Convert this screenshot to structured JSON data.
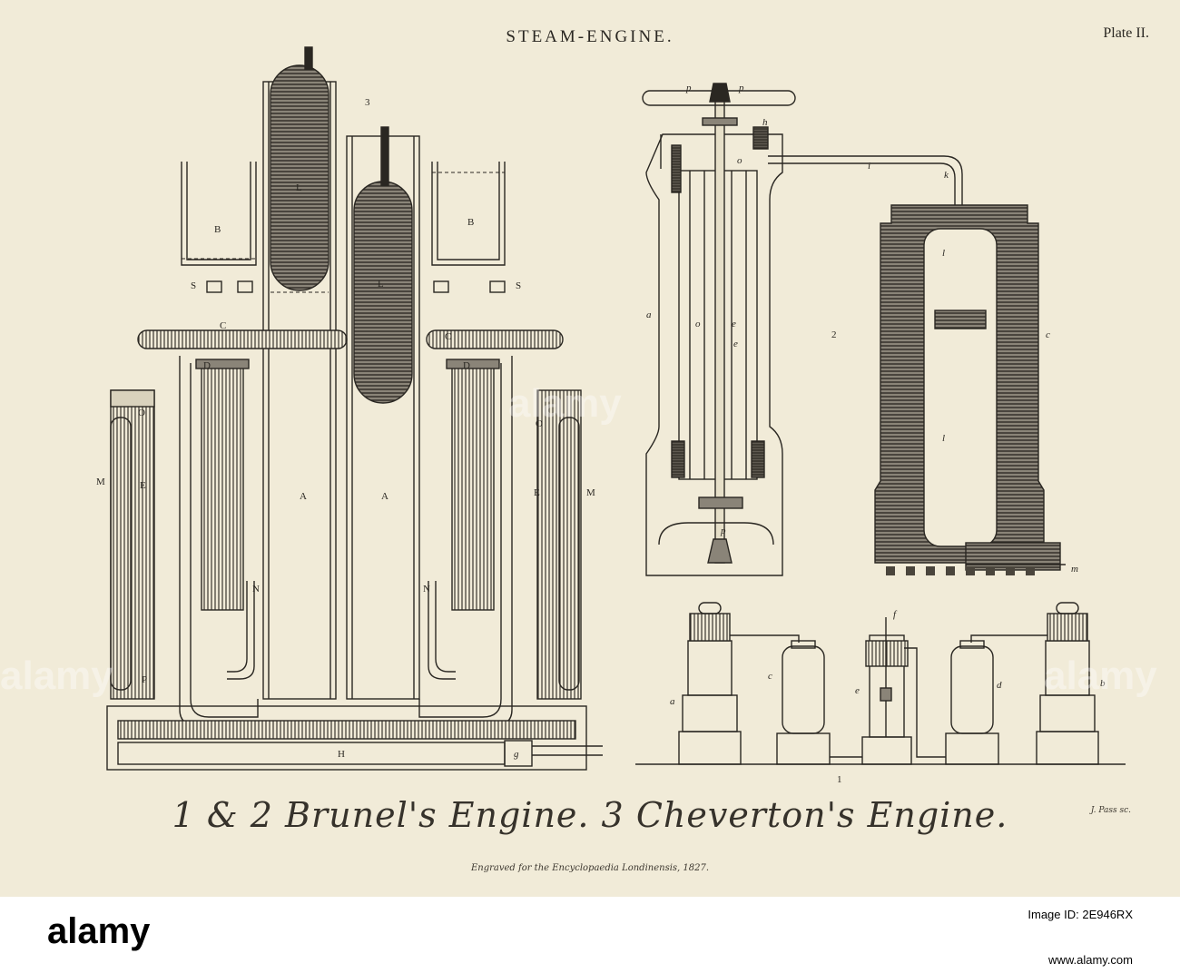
{
  "plate": {
    "title": "STEAM-ENGINE.",
    "plate_number": "Plate II.",
    "caption": "1 & 2 Brunel's Engine. 3 Cheverton's Engine.",
    "engraver": "J. Pass sc.",
    "imprint": "Engraved for the Encyclopaedia Londinensis, 1827."
  },
  "figure3_labels": {
    "fig_number": "3",
    "L": "L",
    "B": "B",
    "S": "S",
    "C": "C",
    "D": "D",
    "O": "O",
    "M": "M",
    "E": "E",
    "A": "A",
    "N": "N",
    "P": "P",
    "H": "H",
    "g": "g"
  },
  "figure2_labels": {
    "fig_number": "2",
    "p": "p",
    "h": "h",
    "o": "o",
    "i": "i",
    "k": "k",
    "a": "a",
    "e": "e",
    "l": "l",
    "c": "c",
    "m": "m"
  },
  "figure1_labels": {
    "fig_number": "1",
    "a": "a",
    "c": "c",
    "e": "e",
    "f": "f",
    "d": "d",
    "b": "b"
  },
  "watermark": {
    "text": "alamy"
  },
  "stock_bar": {
    "logo": "alamy",
    "id_label": "Image ID: 2E946RX",
    "id": "",
    "url": "www.alamy.com"
  }
}
